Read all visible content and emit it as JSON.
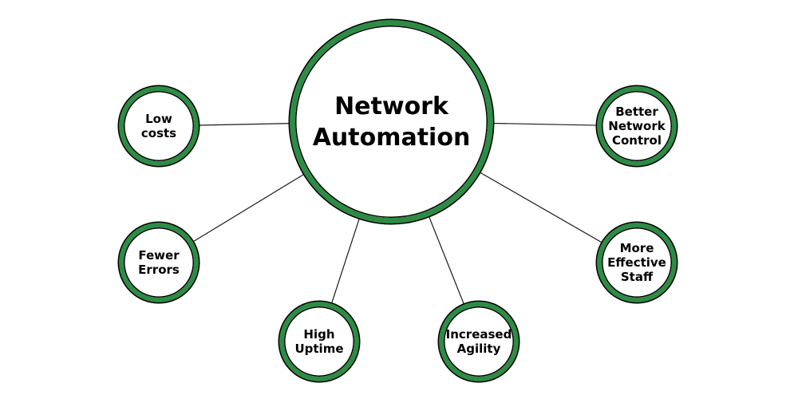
{
  "diagram": {
    "title": "Network Automation benefits mind map",
    "colors": {
      "ring": "#2e8b45",
      "outline": "#000000",
      "fill": "#ffffff",
      "text": "#000000",
      "connector": "#1a1a1a",
      "background": "#ffffff"
    },
    "center": {
      "id": "network-automation",
      "label": "Network\nAutomation"
    },
    "nodes": [
      {
        "id": "low-costs",
        "label": "Low\ncosts",
        "connects_to": "network-automation"
      },
      {
        "id": "fewer-errors",
        "label": "Fewer\nErrors",
        "connects_to": "network-automation"
      },
      {
        "id": "high-uptime",
        "label": "High\nUptime",
        "connects_to": "network-automation"
      },
      {
        "id": "increased-agility",
        "label": "Increased\nAgility",
        "connects_to": "network-automation"
      },
      {
        "id": "more-effective-staff",
        "label": "More\nEffective\nStaff",
        "connects_to": "network-automation"
      },
      {
        "id": "better-network-control",
        "label": "Better\nNetwork\nControl",
        "connects_to": "network-automation"
      }
    ]
  }
}
